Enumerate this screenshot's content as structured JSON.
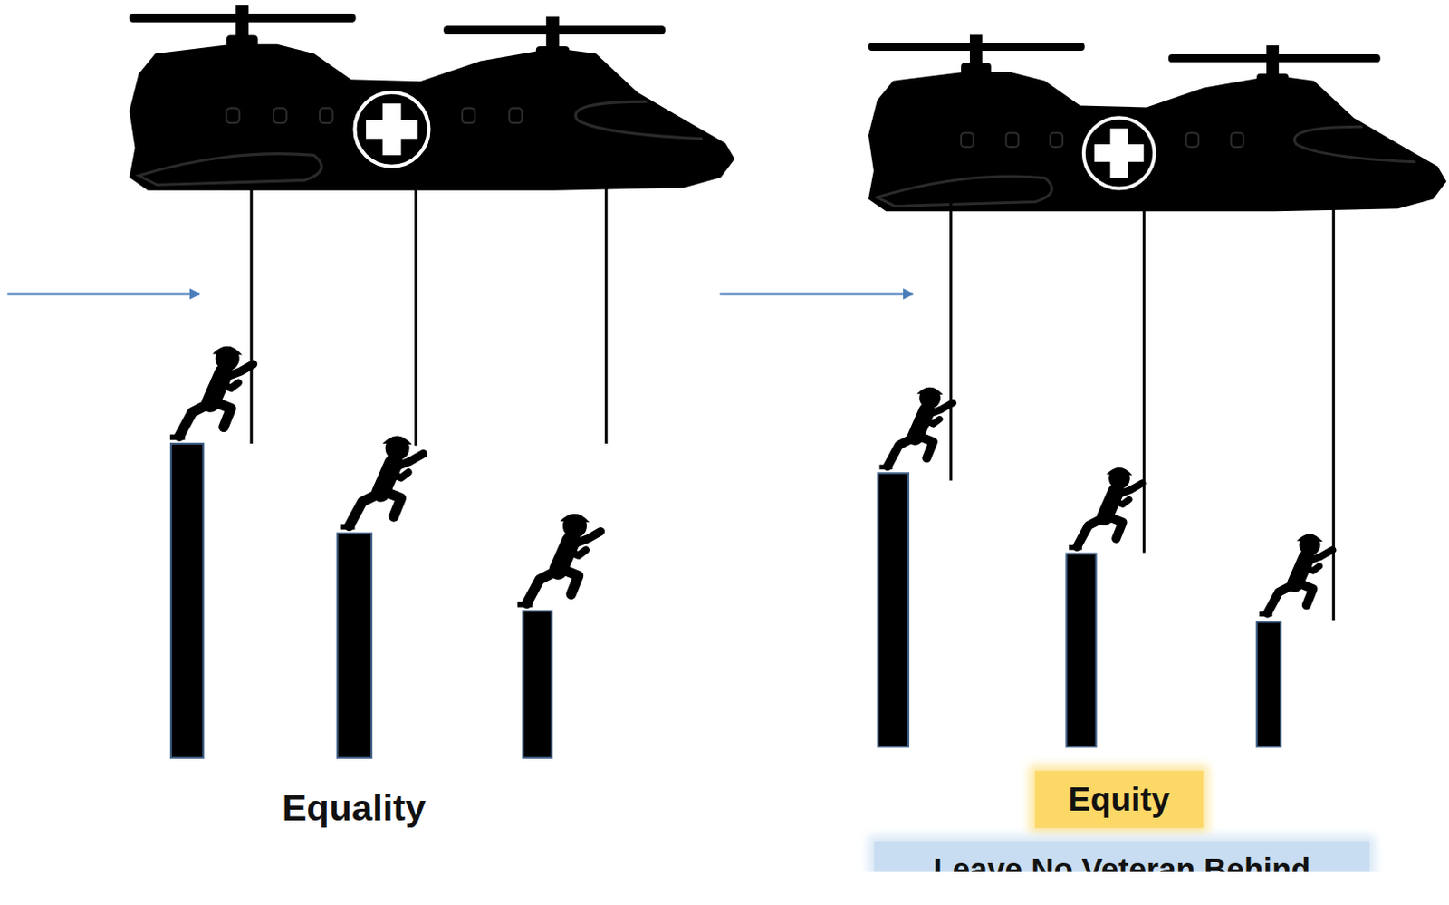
{
  "diagram": {
    "nodes": [
      {
        "text": [
          "Equity"
        ]
      },
      {
        "text": [
          "Leave No Veteran Behind"
        ]
      }
    ],
    "labels": [
      "Equality"
    ]
  }
}
